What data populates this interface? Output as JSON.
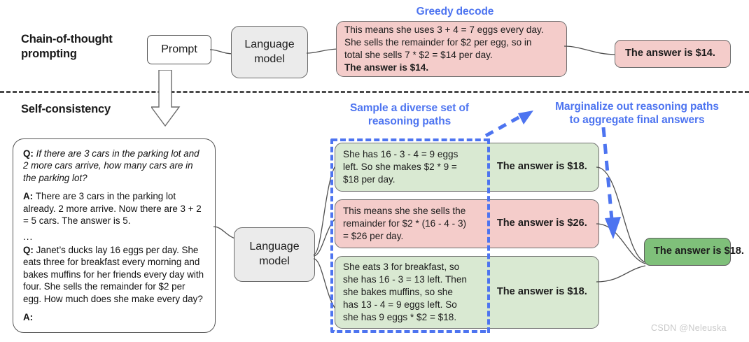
{
  "meta": {
    "watermark": "CSDN @Neleuska",
    "colors": {
      "blue_accent": "#4d74f0",
      "pink_fill": "#f4ccca",
      "light_green_fill": "#d9e9d2",
      "solid_green_fill": "#7fc07a",
      "gray_fill": "#ebebeb",
      "outline": "#555555"
    }
  },
  "cot": {
    "section_title_line1": "Chain-of-thought",
    "section_title_line2": "prompting",
    "prompt_node": "Prompt",
    "model_node_line1": "Language",
    "model_node_line2": "model",
    "greedy_label": "Greedy decode",
    "output_lines": [
      "This means she uses 3 + 4 = 7 eggs every day.",
      "She sells the remainder for $2 per egg, so in",
      "total she sells 7 * $2 = $14 per day."
    ],
    "output_bold_line": "The answer is $14.",
    "final_answer": "The answer is $14."
  },
  "sc": {
    "section_title": "Self-consistency",
    "sample_label_line1": "Sample a diverse set of",
    "sample_label_line2": "reasoning paths",
    "marginalize_label_line1": "Marginalize out reasoning paths",
    "marginalize_label_line2": "to aggregate final answers",
    "model_node_line1": "Language",
    "model_node_line2": "model",
    "prompt": {
      "q1_tag": "Q:",
      "q1_text": "If there are 3 cars in the parking lot and 2 more cars arrive, how many cars are in the parking lot?",
      "a1_tag": "A:",
      "a1_text": "There are 3 cars in the parking lot already. 2 more arrive. Now there are 3 + 2 = 5 cars. The answer is 5.",
      "ellipsis": "...",
      "q2_tag": "Q:",
      "q2_text": "Janet’s ducks lay 16 eggs per day. She eats three for breakfast every morning and bakes muffins for her friends every day with four. She sells the remainder for $2 per egg. How much does she make every day?",
      "a2_tag": "A:"
    },
    "paths": [
      {
        "color": "green",
        "reasoning_lines": [
          "She has 16 - 3 - 4 = 9 eggs",
          "left. So she makes $2 * 9 =",
          "$18 per day."
        ],
        "answer": "The answer is $18."
      },
      {
        "color": "pink",
        "reasoning_lines": [
          "This means she she sells the",
          "remainder for $2 * (16 - 4 - 3)",
          "= $26 per day."
        ],
        "answer": "The answer is $26."
      },
      {
        "color": "green",
        "reasoning_lines": [
          "She eats 3 for breakfast, so",
          "she has 16 - 3 = 13 left. Then",
          "she bakes muffins, so she",
          "has 13 - 4 = 9 eggs left. So",
          "she has 9 eggs * $2 = $18."
        ],
        "answer": "The answer is $18."
      }
    ],
    "final_answer": "The answer is $18."
  }
}
